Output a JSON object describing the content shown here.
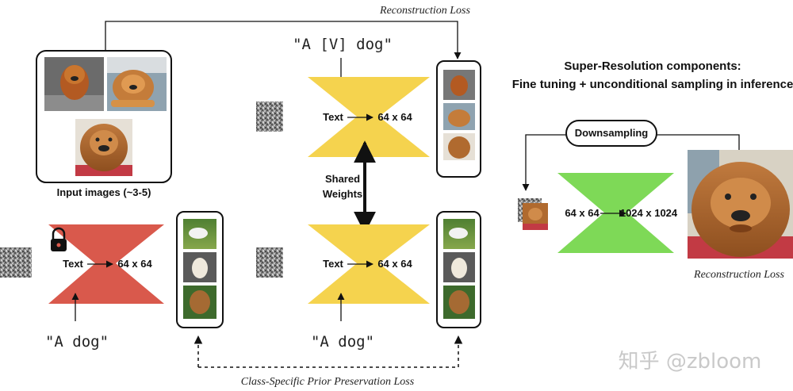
{
  "labels": {
    "reconstruction_loss_top": "Reconstruction Loss",
    "prompt_v_dog": "\"A [V] dog\"",
    "prompt_dog_left": "\"A dog\"",
    "prompt_dog_mid": "\"A dog\"",
    "input_images": "Input images (~3-5)",
    "shared_weights_line1": "Shared",
    "shared_weights_line2": "Weights",
    "class_prior_loss": "Class-Specific Prior Preservation Loss",
    "sr_title_line1": "Super-Resolution components:",
    "sr_title_line2": "Fine tuning + unconditional sampling in inference",
    "downsampling": "Downsampling",
    "reconstruction_loss_right": "Reconstruction Loss",
    "watermark": "知乎 @zbloom"
  },
  "networks": {
    "frozen": {
      "input": "Text",
      "output": "64 x 64",
      "color": "#d9594c"
    },
    "top": {
      "input": "Text",
      "output": "64 x 64",
      "color": "#f5d34e"
    },
    "bottom": {
      "input": "Text",
      "output": "64 x 64",
      "color": "#f5d34e"
    },
    "superres": {
      "input": "64 x 64",
      "output": "1024 x 1024",
      "color": "#7ed957"
    }
  },
  "icons": {
    "lock": "lock-icon"
  }
}
